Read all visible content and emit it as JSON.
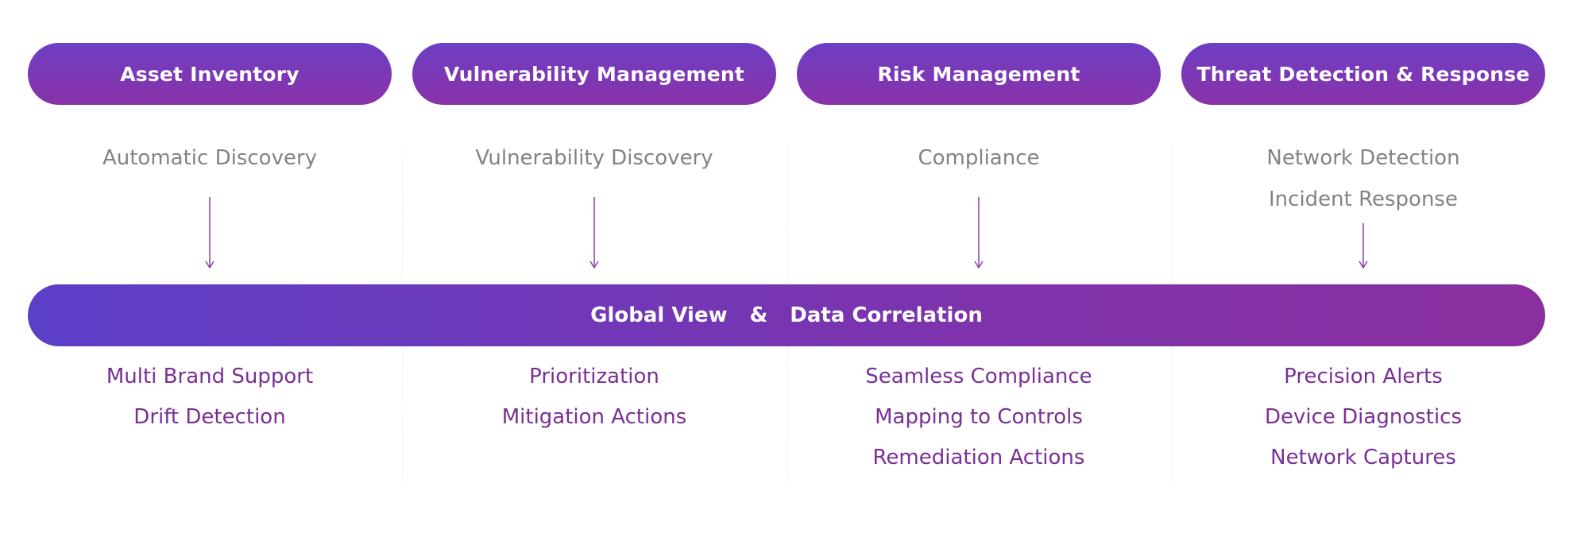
{
  "columns": [
    {
      "title": "Asset Inventory",
      "features": [
        "Automatic Discovery"
      ],
      "benefits": [
        "Multi Brand Support",
        "Drift Detection"
      ]
    },
    {
      "title": "Vulnerability Management",
      "features": [
        "Vulnerability Discovery"
      ],
      "benefits": [
        "Prioritization",
        "Mitigation Actions"
      ]
    },
    {
      "title": "Risk Management",
      "features": [
        "Compliance"
      ],
      "benefits": [
        "Seamless Compliance",
        "Mapping to Controls",
        "Remediation Actions"
      ]
    },
    {
      "title": "Threat Detection & Response",
      "features": [
        "Network Detection",
        "Incident Response"
      ],
      "benefits": [
        "Precision Alerts",
        "Device Diagnostics",
        "Network Captures"
      ]
    }
  ],
  "global_bar": {
    "left": "Global View",
    "separator": "&",
    "right": "Data Correlation"
  },
  "colors": {
    "pill_gradient_top": "#6d3ec4",
    "pill_gradient_bottom": "#8a32a8",
    "bar_gradient_start": "#5c3fc8",
    "bar_gradient_end": "#8a2f9e",
    "feature_text": "#838383",
    "benefit_text": "#7a2f95",
    "arrow": "#8e3ea6"
  }
}
